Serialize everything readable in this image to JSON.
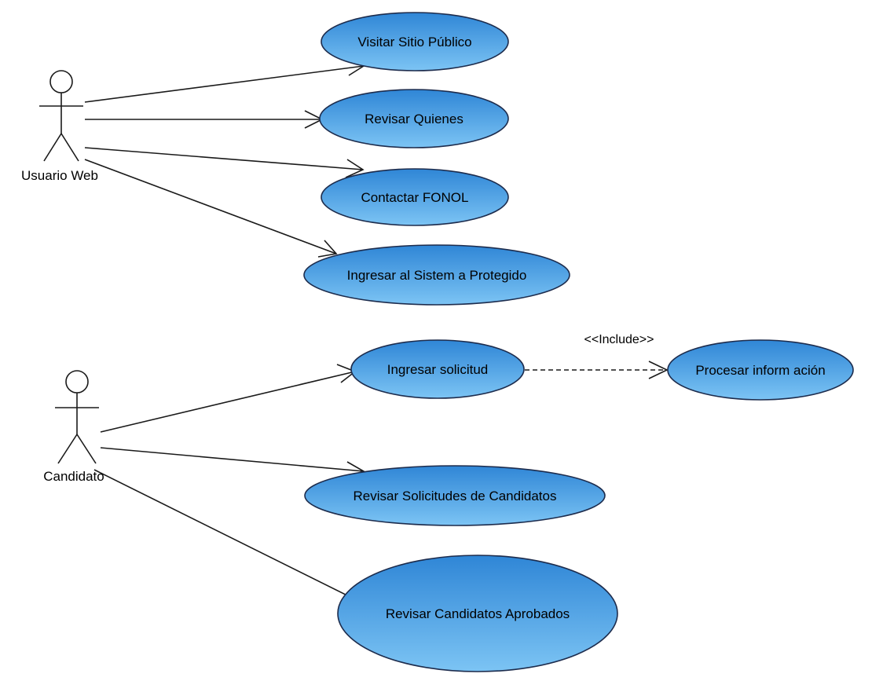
{
  "diagram": {
    "actors": [
      {
        "id": "usuario-web",
        "label": "Usuario Web",
        "head_color": "#4a90e2"
      },
      {
        "id": "candidato",
        "label": "Candidato",
        "head_color": "#4a90e2"
      }
    ],
    "use_cases": [
      {
        "id": "visitar",
        "label": "Visitar Sitio Público"
      },
      {
        "id": "revisar-quienes",
        "label": "Revisar Quienes"
      },
      {
        "id": "contactar",
        "label": "Contactar FONOL"
      },
      {
        "id": "ingresar-sistema",
        "label": "Ingresar al Sistem a Protegido"
      },
      {
        "id": "ingresar-solicitud",
        "label": "Ingresar solicitud"
      },
      {
        "id": "procesar",
        "label": "Procesar inform ación"
      },
      {
        "id": "revisar-solicitudes",
        "label": "Revisar Solicitudes de Candidatos"
      },
      {
        "id": "revisar-aprobados",
        "label": "Revisar Candidatos Aprobados"
      }
    ],
    "relations": [
      {
        "from": "usuario-web",
        "to": "visitar",
        "kind": "association"
      },
      {
        "from": "usuario-web",
        "to": "revisar-quienes",
        "kind": "association"
      },
      {
        "from": "usuario-web",
        "to": "contactar",
        "kind": "association"
      },
      {
        "from": "usuario-web",
        "to": "ingresar-sistema",
        "kind": "association"
      },
      {
        "from": "candidato",
        "to": "ingresar-solicitud",
        "kind": "association"
      },
      {
        "from": "candidato",
        "to": "revisar-solicitudes",
        "kind": "association"
      },
      {
        "from": "candidato",
        "to": "revisar-aprobados",
        "kind": "association"
      },
      {
        "from": "ingresar-solicitud",
        "to": "procesar",
        "kind": "include",
        "label": "<<Include>>"
      }
    ],
    "colors": {
      "usecase_fill_top": "#2f86d6",
      "usecase_fill_bottom": "#7cc4f4",
      "usecase_border": "#1d2c4d",
      "line": "#1a1a1a"
    }
  }
}
